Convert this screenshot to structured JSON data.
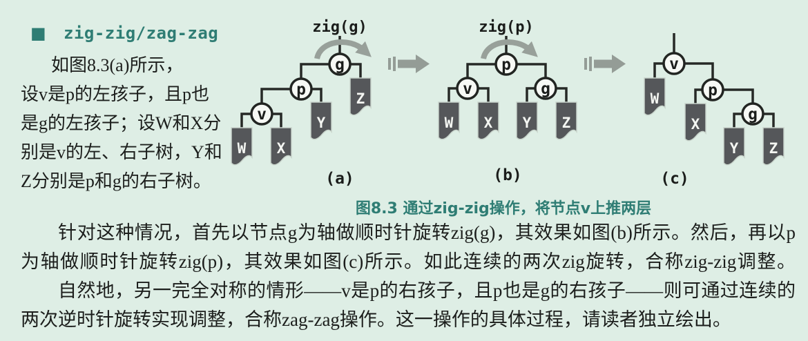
{
  "page": {
    "background": "#deeee5",
    "accent_teal": "#2f7d74",
    "pennant_gray": "#55575a",
    "arrow_gray": "#949c96"
  },
  "header": {
    "bullet": "■",
    "title": "zig-zig/zag-zag"
  },
  "intro": {
    "lines": [
      "如图8.3(a)所示，",
      "设v是p的左孩子，且p也",
      "是g的左孩子；设W和X分",
      "别是v的左、右子树，Y和",
      "Z分别是p和g的右子树。"
    ]
  },
  "figure": {
    "caption": "图8.3 通过zig-zig操作，将节点v上推两层",
    "icons": {
      "between_diagrams": "fast-forward-arrow",
      "rotation": "clockwise-rotation-arrow"
    },
    "diagrams": [
      {
        "caption": "(a)",
        "rotation_label": "zig(g)",
        "circles": [
          "g",
          "p",
          "v"
        ],
        "subtrees": [
          "W",
          "X",
          "Y",
          "Z"
        ]
      },
      {
        "caption": "(b)",
        "rotation_label": "zig(p)",
        "circles": [
          "p",
          "v",
          "g"
        ],
        "subtrees": [
          "W",
          "X",
          "Y",
          "Z"
        ]
      },
      {
        "caption": "(c)",
        "circles": [
          "v",
          "p",
          "g"
        ],
        "subtrees": [
          "W",
          "X",
          "Y",
          "Z"
        ]
      }
    ]
  },
  "body": {
    "lines": [
      "针对这种情况，首先以节点g为轴做顺时针旋转zig(g)，其效果如图(b)所示。然后，再以p",
      "为轴做顺时针旋转zig(p)，其效果如图(c)所示。如此连续的两次zig旋转，合称zig-zig调整。",
      "自然地，另一完全对称的情形——v是p的右孩子，且p也是g的右孩子——则可通过连续的",
      "两次逆时针旋转实现调整，合称zag-zag操作。这一操作的具体过程，请读者独立绘出。"
    ]
  }
}
